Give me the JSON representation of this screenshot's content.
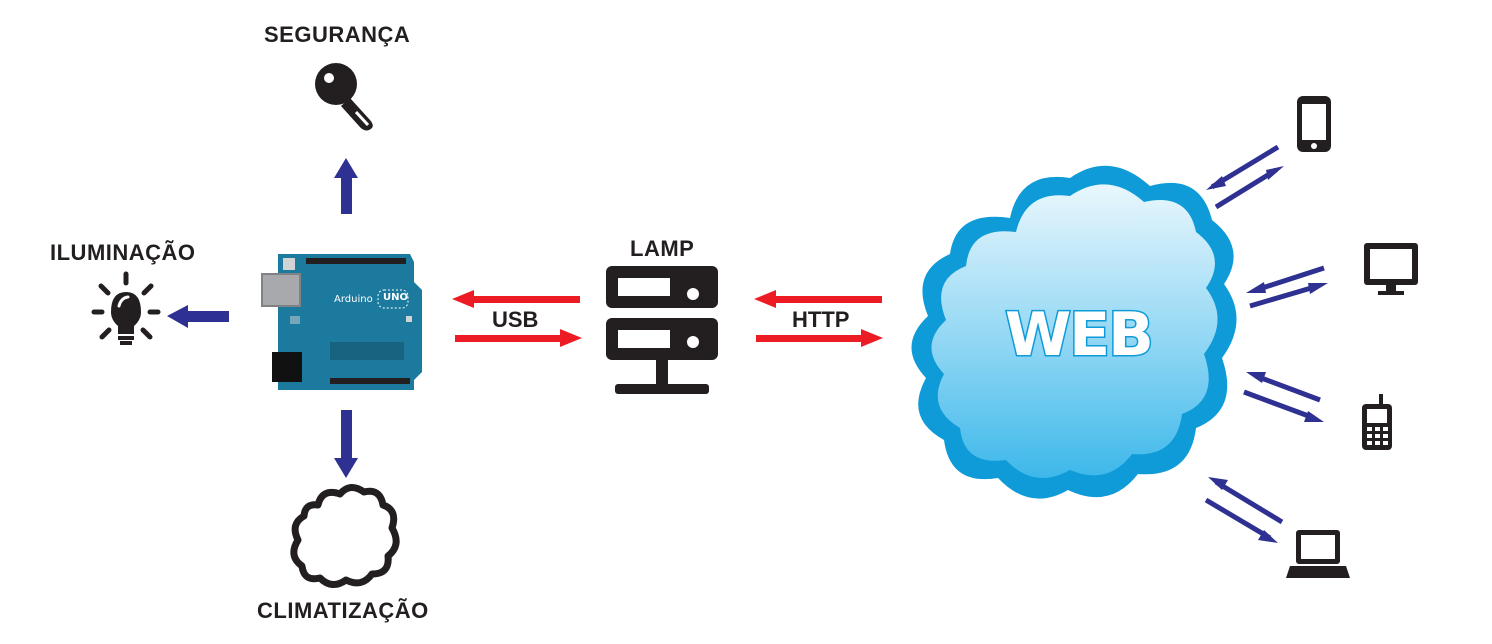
{
  "labels": {
    "security": "SEGURANÇA",
    "lighting": "ILUMINAÇÃO",
    "climate": "CLIMATIZAÇÃO",
    "server": "LAMP",
    "usb": "USB",
    "http": "HTTP",
    "web": "WEB"
  },
  "board": {
    "brand": "Arduino",
    "model": "UNO"
  },
  "icons": {
    "security": "key-icon",
    "lighting": "light-bulb-icon",
    "climate": "cloud-outline-icon",
    "server": "server-icon",
    "web": "cloud-icon",
    "devices": [
      "smartphone-icon",
      "monitor-icon",
      "cell-phone-icon",
      "laptop-icon"
    ]
  },
  "colors": {
    "device_arrow": "#2e3192",
    "network_arrow": "#ed1c24",
    "cloud": "#29abe2",
    "board": "#1b7a9e"
  }
}
